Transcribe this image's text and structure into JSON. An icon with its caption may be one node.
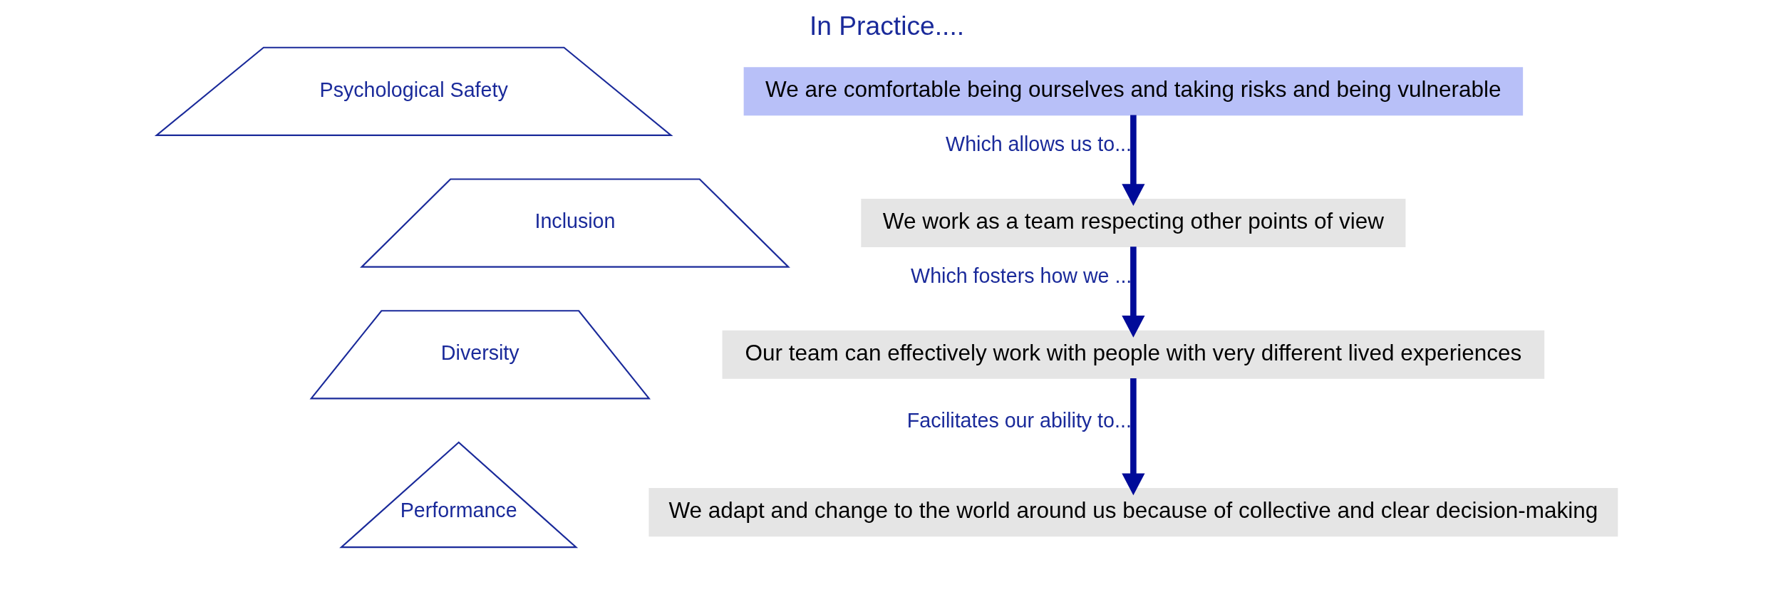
{
  "diagram": {
    "title": "In Practice....",
    "nodes": [
      {
        "text": [
          "Performance"
        ]
      },
      {
        "text": [
          "Diversity"
        ]
      },
      {
        "text": [
          "Inclusion"
        ]
      },
      {
        "text": [
          "Psychological Safety"
        ]
      },
      {
        "text": [
          "We adapt and change to the world around us because of collective and clear decision-making"
        ]
      },
      {
        "text": [
          "Our team can effectively work with people with very different lived experiences"
        ]
      },
      {
        "text": [
          "We work as a team respecting other points of view"
        ]
      },
      {
        "text": [
          "We are comfortable being ourselves and taking risks and being vulnerable"
        ]
      }
    ],
    "edges": [
      {
        "from": 7,
        "to": 6,
        "arrow": "to",
        "label": "Which allows us to..."
      },
      {
        "from": 6,
        "to": 5,
        "arrow": "to",
        "label": "Which fosters how we ..."
      },
      {
        "from": 5,
        "to": 4,
        "arrow": "to",
        "label": "Facilitates our ability to..."
      }
    ]
  }
}
